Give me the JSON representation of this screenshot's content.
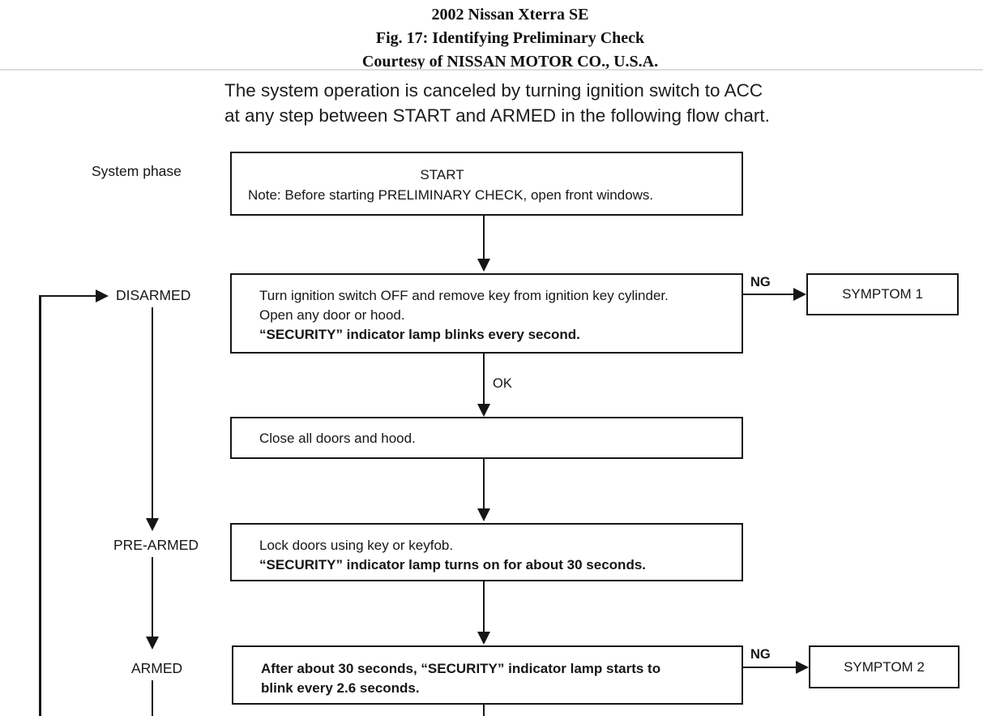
{
  "header": {
    "line1": "2002 Nissan Xterra SE",
    "line2": "Fig. 17: Identifying Preliminary Check",
    "line3": "Courtesy of NISSAN MOTOR CO., U.S.A."
  },
  "intro": {
    "line1": "The system operation is canceled by turning ignition switch to ACC",
    "line2": "at any step between START and ARMED in the following flow chart."
  },
  "flowchart": {
    "system_phase_label": "System phase",
    "phases": {
      "disarmed": "DISARMED",
      "pre_armed": "PRE-ARMED",
      "armed": "ARMED"
    },
    "edge_labels": {
      "ok": "OK",
      "ng1": "NG",
      "ng2": "NG"
    },
    "boxes": {
      "start": {
        "title": "START",
        "note": "Note: Before starting PRELIMINARY CHECK, open front windows."
      },
      "disarmed_check": {
        "line1": "Turn ignition switch OFF and remove key from ignition key cylinder.",
        "line2": "Open any door or hood.",
        "line3": "“SECURITY” indicator lamp blinks every second."
      },
      "close_doors": {
        "line1": "Close all doors and hood."
      },
      "pre_armed_check": {
        "line1": "Lock doors using key or keyfob.",
        "line2": "“SECURITY” indicator lamp turns on for about 30 seconds."
      },
      "armed_check": {
        "line1": "After about 30 seconds, “SECURITY” indicator lamp starts to",
        "line2": "blink every 2.6 seconds."
      },
      "symptom1": "SYMPTOM 1",
      "symptom2": "SYMPTOM 2"
    },
    "colors": {
      "line": "#161616",
      "divider": "#dcdcdc",
      "background": "#ffffff"
    }
  }
}
